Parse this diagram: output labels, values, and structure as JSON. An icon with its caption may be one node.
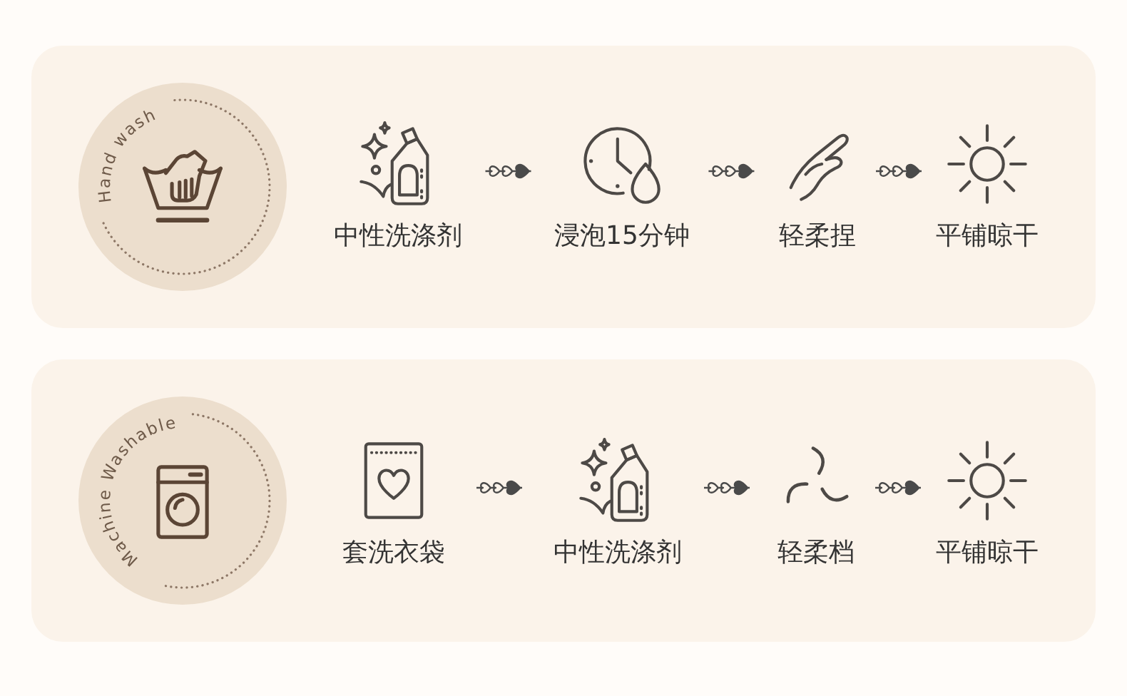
{
  "diagram": {
    "nodes": [
      {
        "text": [],
        "shape": "box"
      },
      {
        "text": [
          "Hand wash"
        ],
        "in": 0
      },
      {
        "text": [
          "中性洗涤剂"
        ],
        "in": 0
      },
      {
        "text": [
          "浸泡15分钟"
        ],
        "in": 0
      },
      {
        "text": [
          "轻柔捏"
        ],
        "in": 0
      },
      {
        "text": [
          "平铺晾干"
        ],
        "in": 0
      },
      {
        "text": [],
        "shape": "box"
      },
      {
        "text": [
          "Machine Washable"
        ],
        "in": 6
      },
      {
        "text": [
          "套洗衣袋"
        ],
        "in": 6
      },
      {
        "text": [
          "中性洗涤剂"
        ],
        "in": 6
      },
      {
        "text": [
          "轻柔档"
        ],
        "in": 6
      },
      {
        "text": [
          "平铺晾干"
        ],
        "in": 6
      }
    ],
    "edges": [
      {
        "from": 2,
        "to": 3,
        "arrow": "to"
      },
      {
        "from": 3,
        "to": 4,
        "arrow": "to"
      },
      {
        "from": 4,
        "to": 5,
        "arrow": "to"
      },
      {
        "from": 8,
        "to": 9,
        "arrow": "to"
      },
      {
        "from": 9,
        "to": 10,
        "arrow": "to"
      },
      {
        "from": 10,
        "to": 11,
        "arrow": "to"
      }
    ]
  }
}
